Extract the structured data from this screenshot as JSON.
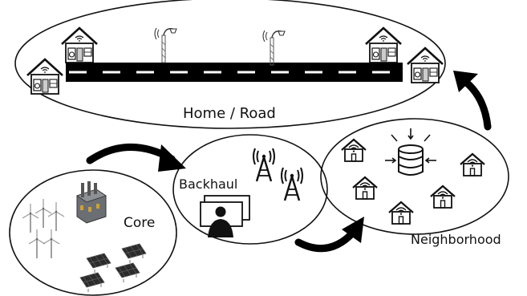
{
  "labels": {
    "home_road": "Home / Road",
    "backhaul": "Backhaul",
    "core": "Core",
    "neighborhood": "Neighborhood"
  },
  "icons": {
    "house": "house-icon",
    "antenna": "antenna-tower-icon",
    "street_light": "street-light-icon",
    "database": "database-icon",
    "wind_turbine": "wind-turbine-icon",
    "factory": "factory-icon",
    "solar_panel": "solar-panel-icon",
    "operator": "operator-at-monitor-icon"
  },
  "colors": {
    "stroke": "#111111",
    "road": "#000000",
    "road_dash": "#ffffff",
    "background": "#ffffff"
  }
}
